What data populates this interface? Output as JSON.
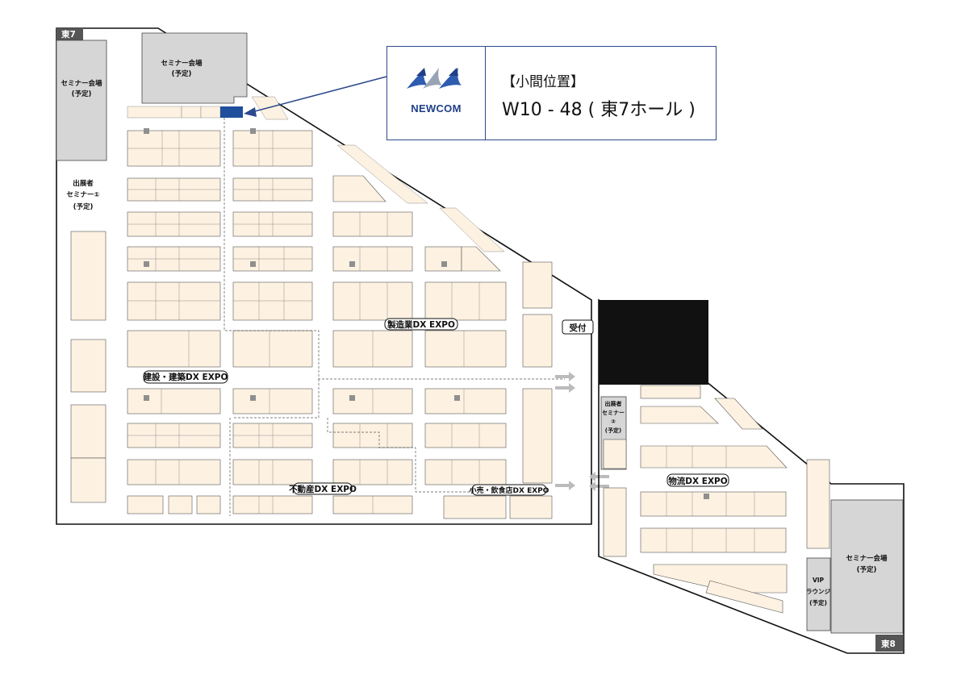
{
  "halls": {
    "east7": "東7",
    "east8": "東8"
  },
  "seminar_rooms": {
    "east7_left": [
      "セミナー会場",
      "(予定)"
    ],
    "east7_top": [
      "セミナー会場",
      "(予定)"
    ],
    "exhibitor_1": [
      "出展者",
      "セミナー①",
      "(予定)"
    ],
    "exhibitor_2": [
      "出展者",
      "セミナー",
      "②",
      "(予定)"
    ],
    "east8_right": [
      "セミナー会場",
      "(予定)"
    ],
    "vip": [
      "VIP",
      "ラウンジ",
      "(予定)"
    ]
  },
  "zones": {
    "construction": "建設・建築DX EXPO",
    "manufacturing": "製造業DX EXPO",
    "real_estate": "不動産DX EXPO",
    "retail": "小売・飲食店DX EXPO",
    "logistics": "物流DX EXPO",
    "reception": "受付"
  },
  "booth_info": {
    "company_logo_text": "NEWCOM",
    "title": "【小間位置】",
    "position": "W10 - 48 ( 東7ホール )"
  },
  "colors": {
    "booth_fill": "#fdf1e1",
    "seminar_gray": "#d6d6d6",
    "highlight_booth": "#1f4e9c",
    "accent_blue": "#2c4a8c"
  }
}
